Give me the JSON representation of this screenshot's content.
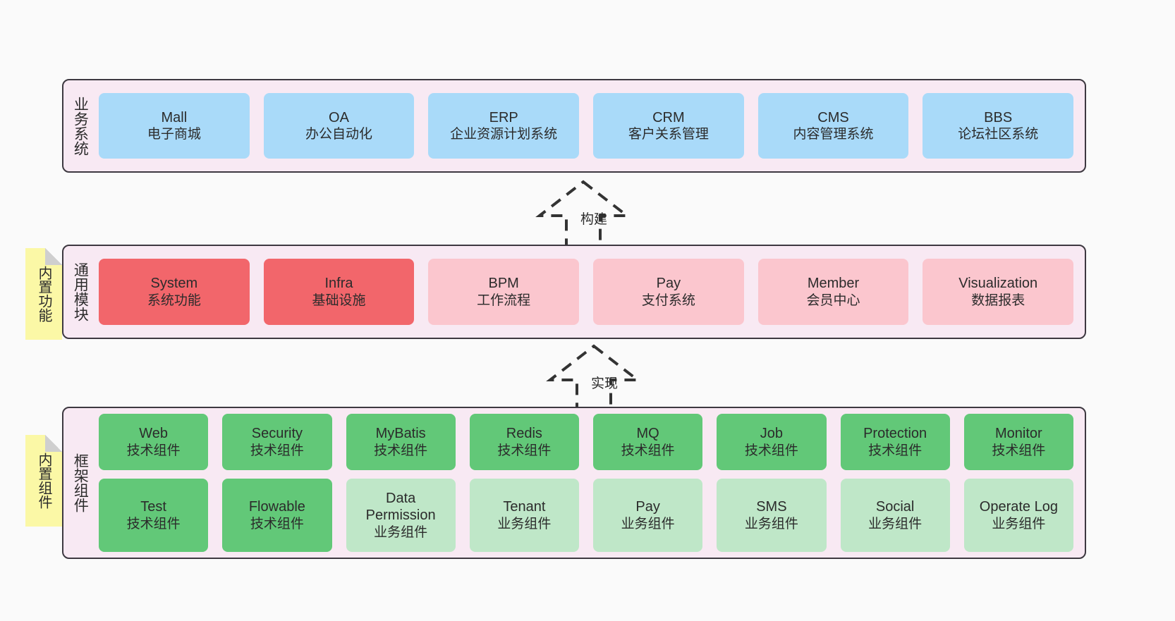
{
  "diagram": {
    "background_color": "#fafafa",
    "layer_fill": "#f8e9f3",
    "layer_border": "#3d3840",
    "note_fill": "#fbf8a6"
  },
  "layers": [
    {
      "id": "business",
      "title": "业务系统",
      "note": null,
      "rows": [
        {
          "cards": [
            {
              "title": "Mall",
              "subtitle": "电子商城",
              "color": "#a9daf9",
              "style": "c-blue"
            },
            {
              "title": "OA",
              "subtitle": "办公自动化",
              "color": "#a9daf9",
              "style": "c-blue"
            },
            {
              "title": "ERP",
              "subtitle": "企业资源计划系统",
              "color": "#a9daf9",
              "style": "c-blue"
            },
            {
              "title": "CRM",
              "subtitle": "客户关系管理",
              "color": "#a9daf9",
              "style": "c-blue"
            },
            {
              "title": "CMS",
              "subtitle": "内容管理系统",
              "color": "#a9daf9",
              "style": "c-blue"
            },
            {
              "title": "BBS",
              "subtitle": "论坛社区系统",
              "color": "#a9daf9",
              "style": "c-blue"
            }
          ]
        }
      ]
    },
    {
      "id": "common",
      "title": "通用模块",
      "note": "内置功能",
      "rows": [
        {
          "cards": [
            {
              "title": "System",
              "subtitle": "系统功能",
              "color": "#f2666b",
              "style": "c-red"
            },
            {
              "title": "Infra",
              "subtitle": "基础设施",
              "color": "#f2666b",
              "style": "c-red"
            },
            {
              "title": "BPM",
              "subtitle": "工作流程",
              "color": "#fbc6ce",
              "style": "c-pink"
            },
            {
              "title": "Pay",
              "subtitle": "支付系统",
              "color": "#fbc6ce",
              "style": "c-pink"
            },
            {
              "title": "Member",
              "subtitle": "会员中心",
              "color": "#fbc6ce",
              "style": "c-pink"
            },
            {
              "title": "Visualization",
              "subtitle": "数据报表",
              "color": "#fbc6ce",
              "style": "c-pink"
            }
          ]
        }
      ]
    },
    {
      "id": "framework",
      "title": "框架组件",
      "note": "内置组件",
      "rows": [
        {
          "cards": [
            {
              "title": "Web",
              "subtitle": "技术组件",
              "color": "#62c878",
              "style": "c-green"
            },
            {
              "title": "Security",
              "subtitle": "技术组件",
              "color": "#62c878",
              "style": "c-green"
            },
            {
              "title": "MyBatis",
              "subtitle": "技术组件",
              "color": "#62c878",
              "style": "c-green"
            },
            {
              "title": "Redis",
              "subtitle": "技术组件",
              "color": "#62c878",
              "style": "c-green"
            },
            {
              "title": "MQ",
              "subtitle": "技术组件",
              "color": "#62c878",
              "style": "c-green"
            },
            {
              "title": "Job",
              "subtitle": "技术组件",
              "color": "#62c878",
              "style": "c-green"
            },
            {
              "title": "Protection",
              "subtitle": "技术组件",
              "color": "#62c878",
              "style": "c-green"
            },
            {
              "title": "Monitor",
              "subtitle": "技术组件",
              "color": "#62c878",
              "style": "c-green"
            }
          ]
        },
        {
          "cards": [
            {
              "title": "Test",
              "subtitle": "技术组件",
              "color": "#62c878",
              "style": "c-green"
            },
            {
              "title": "Flowable",
              "subtitle": "技术组件",
              "color": "#62c878",
              "style": "c-green"
            },
            {
              "title": "Data Permission",
              "subtitle": "业务组件",
              "color": "#bfe7c8",
              "style": "c-lightgreen"
            },
            {
              "title": "Tenant",
              "subtitle": "业务组件",
              "color": "#bfe7c8",
              "style": "c-lightgreen"
            },
            {
              "title": "Pay",
              "subtitle": "业务组件",
              "color": "#bfe7c8",
              "style": "c-lightgreen"
            },
            {
              "title": "SMS",
              "subtitle": "业务组件",
              "color": "#bfe7c8",
              "style": "c-lightgreen"
            },
            {
              "title": "Social",
              "subtitle": "业务组件",
              "color": "#bfe7c8",
              "style": "c-lightgreen"
            },
            {
              "title": "Operate Log",
              "subtitle": "业务组件",
              "color": "#bfe7c8",
              "style": "c-lightgreen"
            }
          ]
        }
      ]
    }
  ],
  "connectors": [
    {
      "id": "build",
      "label": "构建",
      "style": "dashed-hollow-arrow",
      "direction": "up"
    },
    {
      "id": "implement",
      "label": "实现",
      "style": "dashed-hollow-arrow",
      "direction": "up"
    }
  ]
}
